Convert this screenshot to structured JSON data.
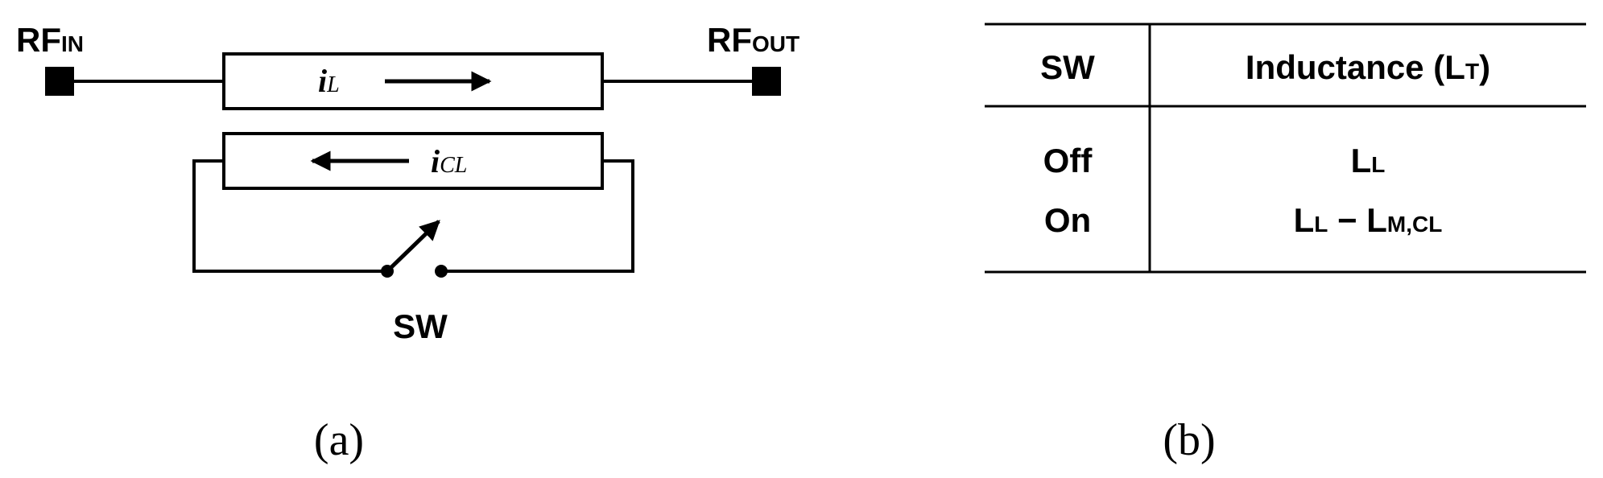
{
  "circuit": {
    "rf_in": {
      "main": "RF",
      "sub": "IN"
    },
    "rf_out": {
      "main": "RF",
      "sub": "OUT"
    },
    "current_main": {
      "main": "i",
      "sub": "L"
    },
    "current_coupled": {
      "main": "i",
      "sub": "CL"
    },
    "switch_label": "SW"
  },
  "table": {
    "headers": {
      "sw": "SW",
      "inductance_main": "Inductance (L",
      "inductance_sub": "T",
      "inductance_close": ")"
    },
    "rows": [
      {
        "sw": "Off",
        "main": "L",
        "sub": "L",
        "rest_main": "",
        "rest_sub": ""
      },
      {
        "sw": "On",
        "main": "L",
        "sub": "L",
        "rest_main": " − L",
        "rest_sub": "M,CL"
      }
    ]
  },
  "captions": {
    "a": "(a)",
    "b": "(b)"
  }
}
